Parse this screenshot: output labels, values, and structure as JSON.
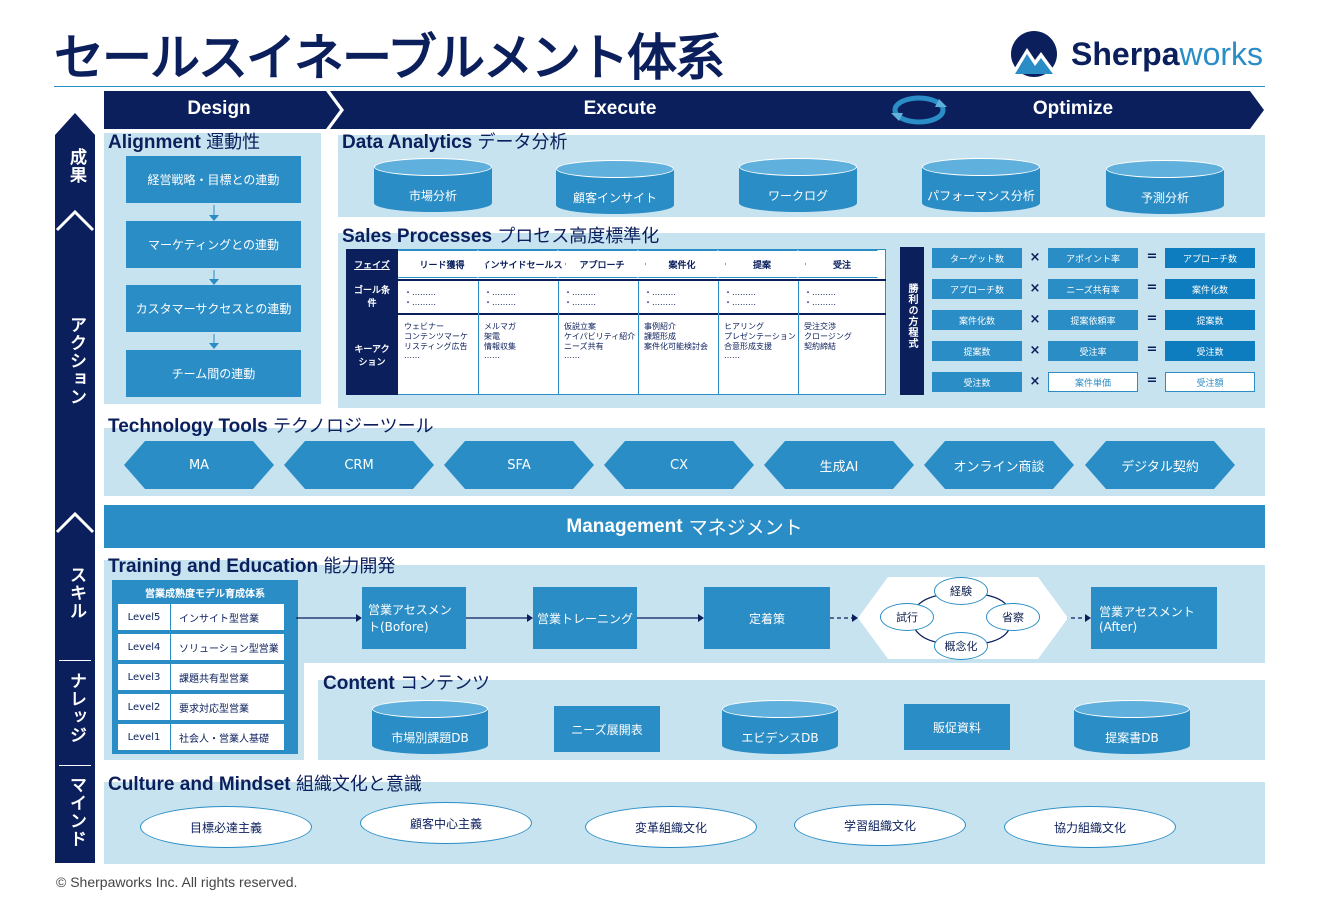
{
  "header": {
    "title": "セールスイネーブルメント体系",
    "logo_text_a": "Sherpa",
    "logo_text_b": "works"
  },
  "phases": [
    "Design",
    "Execute",
    "Optimize"
  ],
  "side_labels": {
    "seika": "成果",
    "action": "アクション",
    "skill": "スキル",
    "knowledge": "ナレッジ",
    "mind": "マインド"
  },
  "alignment": {
    "title_en": "Alignment",
    "title_jp": "運動性",
    "items": [
      "経営戦略・目標との連動",
      "マーケティングとの連動",
      "カスタマーサクセスとの連動",
      "チーム間の連動"
    ]
  },
  "analytics": {
    "title_en": "Data Analytics",
    "title_jp": "データ分析",
    "items": [
      "市場分析",
      "顧客インサイト",
      "ワークログ",
      "パフォーマンス分析",
      "予測分析"
    ]
  },
  "sales": {
    "title_en": "Sales Processes",
    "title_jp": "プロセス高度標準化",
    "phase_header": "フェイズ",
    "phases": [
      "リード獲得",
      "インサイドセールス",
      "アプローチ",
      "案件化",
      "提案",
      "受注"
    ],
    "goal_label": "ゴール条件",
    "key_label": "キーアクション",
    "goal_dots": "・………",
    "key_actions": [
      [
        "ウェビナー",
        "コンテンツマーケ",
        "リスティング広告",
        "……"
      ],
      [
        "メルマガ",
        "架電",
        "情報収集",
        "……"
      ],
      [
        "仮説立案",
        "ケイパビリティ紹介",
        "ニーズ共有",
        "……"
      ],
      [
        "事例紹介",
        "課題形成",
        "案件化可能検討会"
      ],
      [
        "ヒアリング",
        "プレゼンテーション",
        "合意形成支援",
        "……"
      ],
      [
        "受注交渉",
        "クロージング",
        "契約締結"
      ]
    ],
    "equation_label": "勝利の方程式",
    "equations": [
      [
        "ターゲット数",
        "アポイント率",
        "アプローチ数"
      ],
      [
        "アプローチ数",
        "ニーズ共有率",
        "案件化数"
      ],
      [
        "案件化数",
        "提案依頼率",
        "提案数"
      ],
      [
        "提案数",
        "受注率",
        "受注数"
      ],
      [
        "受注数",
        "案件単価",
        "受注額"
      ]
    ],
    "times": "×",
    "equals": "="
  },
  "tech": {
    "title_en": "Technology Tools",
    "title_jp": "テクノロジーツール",
    "items": [
      "MA",
      "CRM",
      "SFA",
      "CX",
      "生成AI",
      "オンライン商談",
      "デジタル契約"
    ]
  },
  "management": {
    "title_en": "Management",
    "title_jp": "マネジメント"
  },
  "training": {
    "title_en": "Training and Education",
    "title_jp": "能力開発",
    "model_title": "営業成熟度モデル育成体系",
    "levels": [
      [
        "Level5",
        "インサイト型営業"
      ],
      [
        "Level4",
        "ソリューション型営業"
      ],
      [
        "Level3",
        "課題共有型営業"
      ],
      [
        "Level2",
        "要求対応型営業"
      ],
      [
        "Level1",
        "社会人・営業人基礎"
      ]
    ],
    "steps": [
      "営業アセスメント(Bofore)",
      "営業トレーニング",
      "定着策",
      "営業アセスメント(After)"
    ],
    "cycle": [
      "経験",
      "省察",
      "概念化",
      "試行"
    ]
  },
  "content": {
    "title_en": "Content",
    "title_jp": "コンテンツ",
    "items": [
      "市場別課題DB",
      "ニーズ展開表",
      "エビデンスDB",
      "販促資料",
      "提案書DB"
    ]
  },
  "culture": {
    "title_en": "Culture and Mindset",
    "title_jp": "組織文化と意識",
    "items": [
      "目標必達主義",
      "顧客中心主義",
      "変革組織文化",
      "学習組織文化",
      "協力組織文化"
    ]
  },
  "footer": {
    "copyright": "© Sherpaworks Inc. All rights reserved."
  }
}
